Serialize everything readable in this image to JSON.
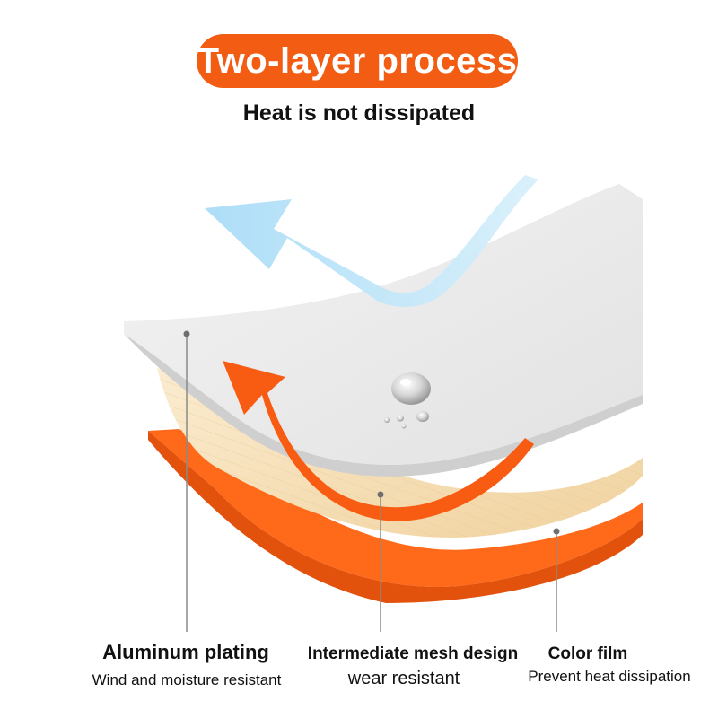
{
  "header": {
    "title": "Two-layer process",
    "subtitle": "Heat is not dissipated"
  },
  "layers": [
    {
      "name": "Aluminum plating",
      "description": "Wind and moisture resistant"
    },
    {
      "name": "Intermediate mesh design",
      "description": "wear resistant"
    },
    {
      "name": "Color film",
      "description": "Prevent heat dissipation"
    }
  ],
  "colors": {
    "accent": "#f25d13",
    "orange_layer": "#f25d13",
    "mesh_layer": "#f5deb3",
    "aluminum_layer": "#e8e8e8",
    "cool_arrow": "#aadcf6",
    "pointer_line": "#8a8a8a"
  },
  "icons": [
    "water-droplet-icon",
    "cool-air-arrow-icon",
    "heat-arrow-icon"
  ]
}
